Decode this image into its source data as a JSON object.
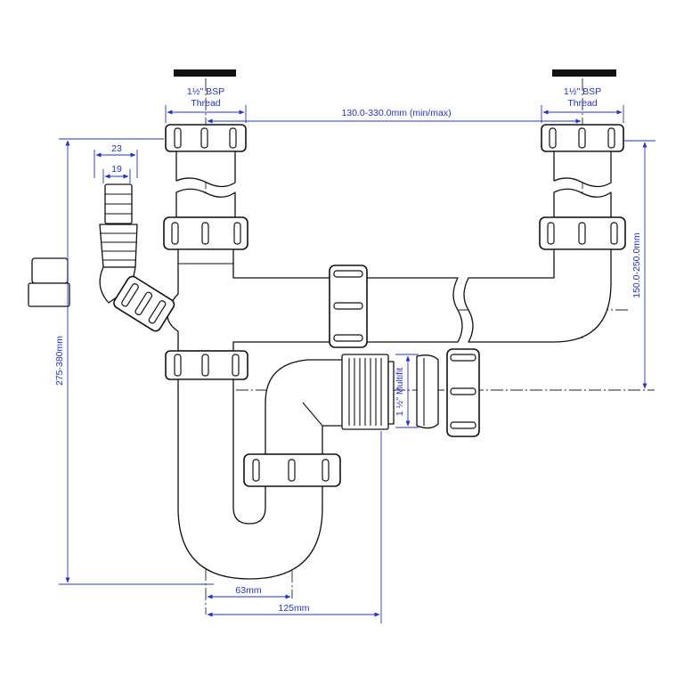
{
  "labels": {
    "bsp_left_line1": "1½\" BSP",
    "bsp_left_line2": "Thread",
    "bsp_right_line1": "1½\" BSP",
    "bsp_right_line2": "Thread",
    "width_range": "130.0-330.0mm (min/max)",
    "hose_outer": "23",
    "hose_inner": "19",
    "height_total": "275-380mm",
    "height_outlet": "150.0-250.0mm",
    "multifit": "1 ½\" Multifit",
    "offset_small": "63mm",
    "offset_large": "125mm"
  },
  "colors": {
    "dimension": "#2233cc",
    "outline": "#111111"
  }
}
